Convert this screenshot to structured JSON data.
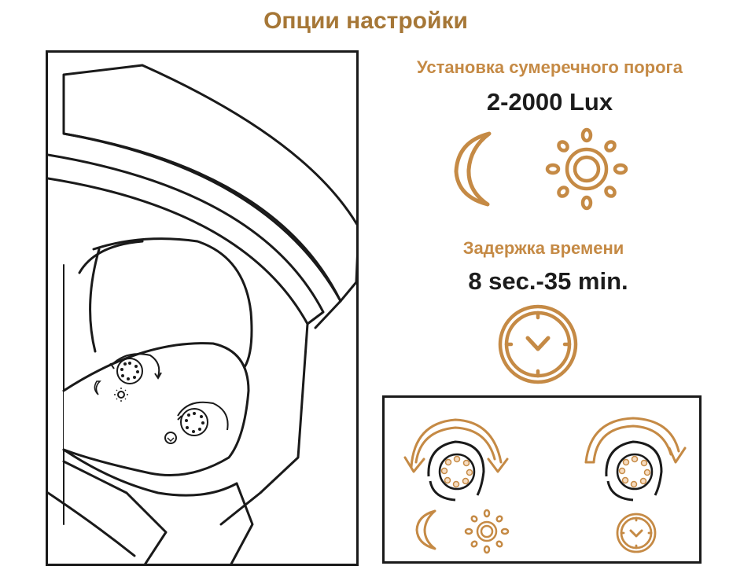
{
  "title": "Опции настройки",
  "twilight": {
    "label": "Установка сумеречного порога",
    "value": "2-2000 Lux"
  },
  "delay": {
    "label": "Задержка времени",
    "value": "8 sec.-35 min."
  },
  "icons": {
    "twilight": [
      "moon-icon",
      "sun-icon"
    ],
    "delay": "clock-icon"
  },
  "colors": {
    "accent": "#c58a45",
    "title": "#a67737",
    "line": "#1a1a1a"
  }
}
